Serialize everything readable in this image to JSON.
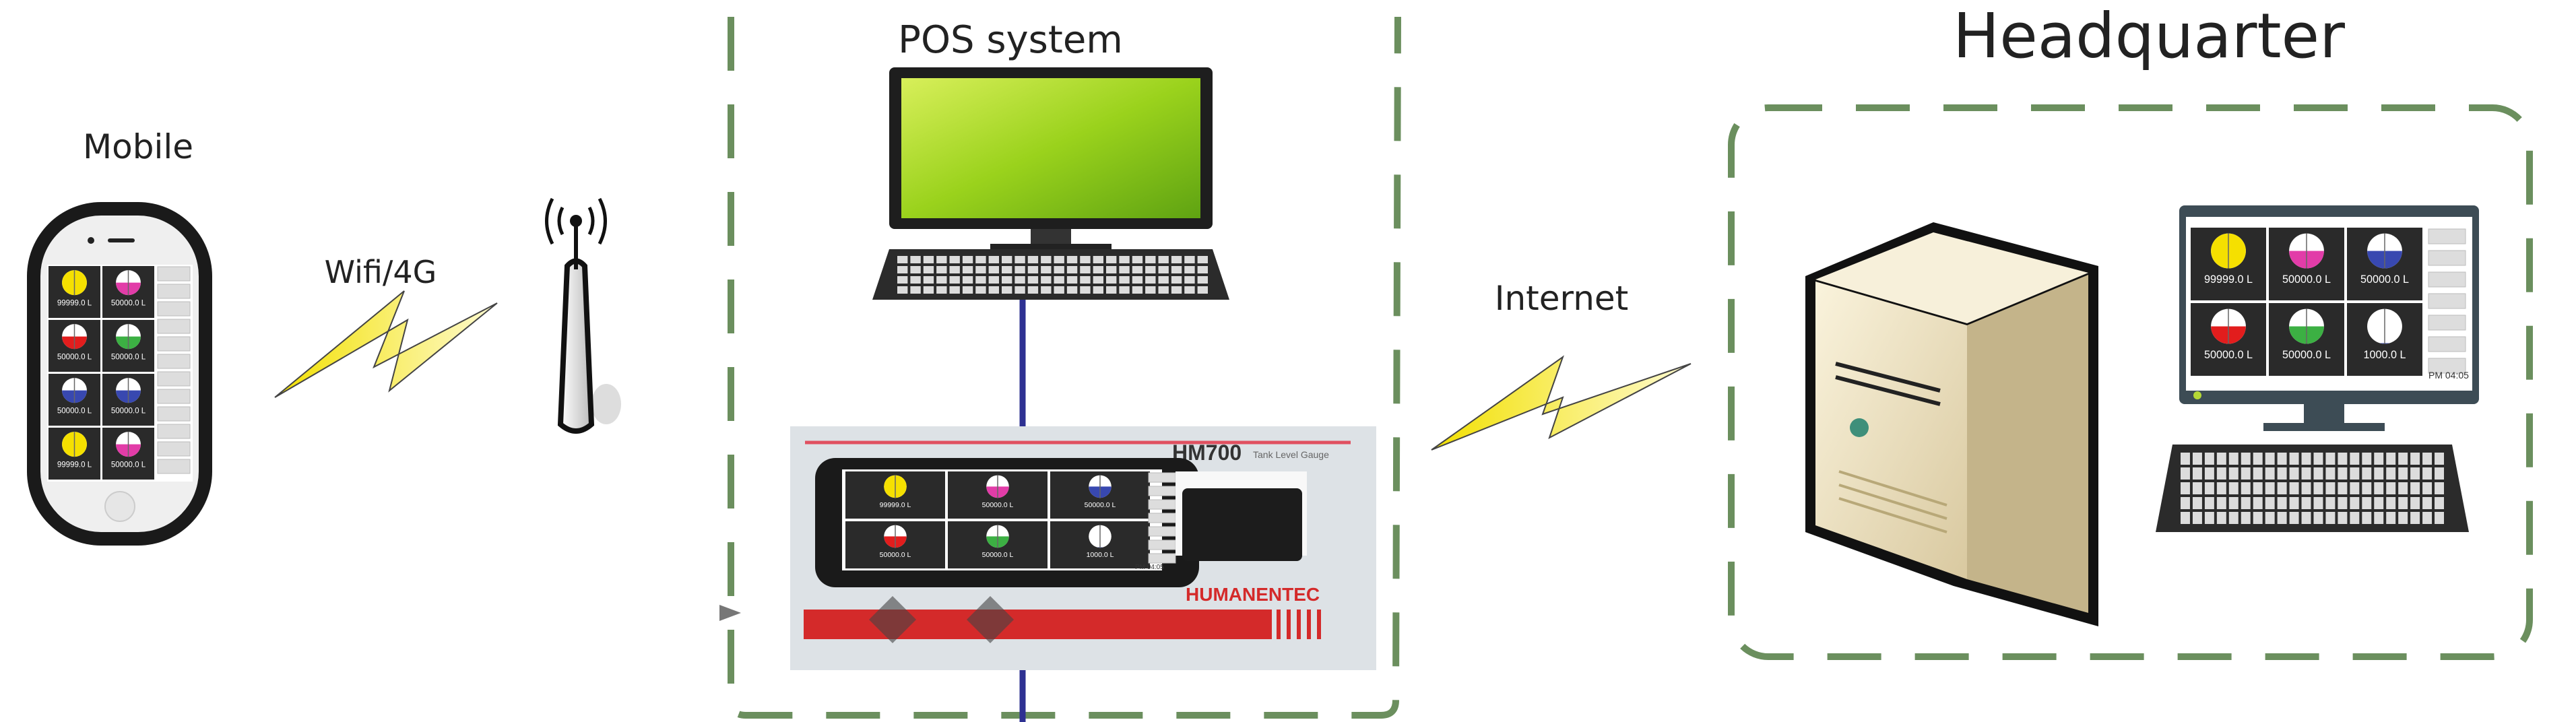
{
  "labels": {
    "mobile": "Mobile",
    "wifi": "Wifi/4G",
    "pos": "POS system",
    "internet": "Internet",
    "headquarter": "Headquarter"
  },
  "device": {
    "model": "HM700",
    "subtitle": "Tank Level Gauge",
    "brand": "HUMANENTEC",
    "time": "PM 04:05"
  },
  "mobile_tanks": [
    {
      "color": "#f5e000",
      "level": 1.0,
      "value": "99999.0 L"
    },
    {
      "color": "#e23ca8",
      "level": 0.5,
      "value": "50000.0 L"
    },
    {
      "color": "#e21d1d",
      "level": 0.5,
      "value": "50000.0 L"
    },
    {
      "color": "#3cb043",
      "level": 0.5,
      "value": "50000.0 L"
    },
    {
      "color": "#3848b0",
      "level": 0.5,
      "value": "50000.0 L"
    },
    {
      "color": "#3848b0",
      "level": 0.5,
      "value": "50000.0 L"
    },
    {
      "color": "#f5e000",
      "level": 1.0,
      "value": "99999.0 L"
    },
    {
      "color": "#e23ca8",
      "level": 0.5,
      "value": "50000.0 L"
    }
  ],
  "hq_tanks": [
    {
      "color": "#f5e000",
      "level": 1.0,
      "value": "99999.0 L"
    },
    {
      "color": "#e23ca8",
      "level": 0.5,
      "value": "50000.0 L"
    },
    {
      "color": "#3848b0",
      "level": 0.5,
      "value": "50000.0 L"
    },
    {
      "color": "#e21d1d",
      "level": 0.5,
      "value": "50000.0 L"
    },
    {
      "color": "#3cb043",
      "level": 0.5,
      "value": "50000.0 L"
    },
    {
      "color": "#3848b0",
      "level": 0.02,
      "value": "1000.0 L"
    }
  ],
  "colors": {
    "dashed_border": "#6b8f5e",
    "link_line": "#2e3192",
    "lightning": "#f2ea2a",
    "device_red": "#d42a2a",
    "screen_green": "#9ad21c"
  }
}
